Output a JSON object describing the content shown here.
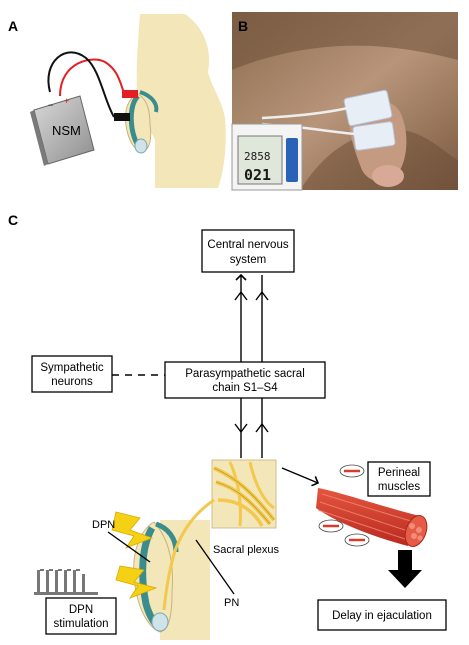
{
  "panels": {
    "a": {
      "letter": "A",
      "device_label": "NSM",
      "plus_sign": "+",
      "minus_sign": "−"
    },
    "b": {
      "letter": "B",
      "display_small": "2858",
      "display_large": "021"
    },
    "c": {
      "letter": "C"
    }
  },
  "nodes": {
    "cns_line1": "Central nervous",
    "cns_line2": "system",
    "para_line1": "Parasympathetic sacral",
    "para_line2": "chain S1–S4",
    "symp_line1": "Sympathetic",
    "symp_line2": "neurons",
    "perineal_line1": "Perineal",
    "perineal_line2": "muscles",
    "dpn_stim_line1": "DPN",
    "dpn_stim_line2": "stimulation",
    "delay": "Delay in ejaculation"
  },
  "labels": {
    "dpn": "DPN",
    "pn": "PN",
    "sacral_plexus": "Sacral plexus"
  },
  "colors": {
    "torso": "#f3e6b8",
    "wire_red": "#e31e24",
    "wire_black": "#111111",
    "nerve": "#f2c94c",
    "muscle": "#d93a2b",
    "organ_teal": "#3a8d8c",
    "skin_photo": "#a88866"
  }
}
